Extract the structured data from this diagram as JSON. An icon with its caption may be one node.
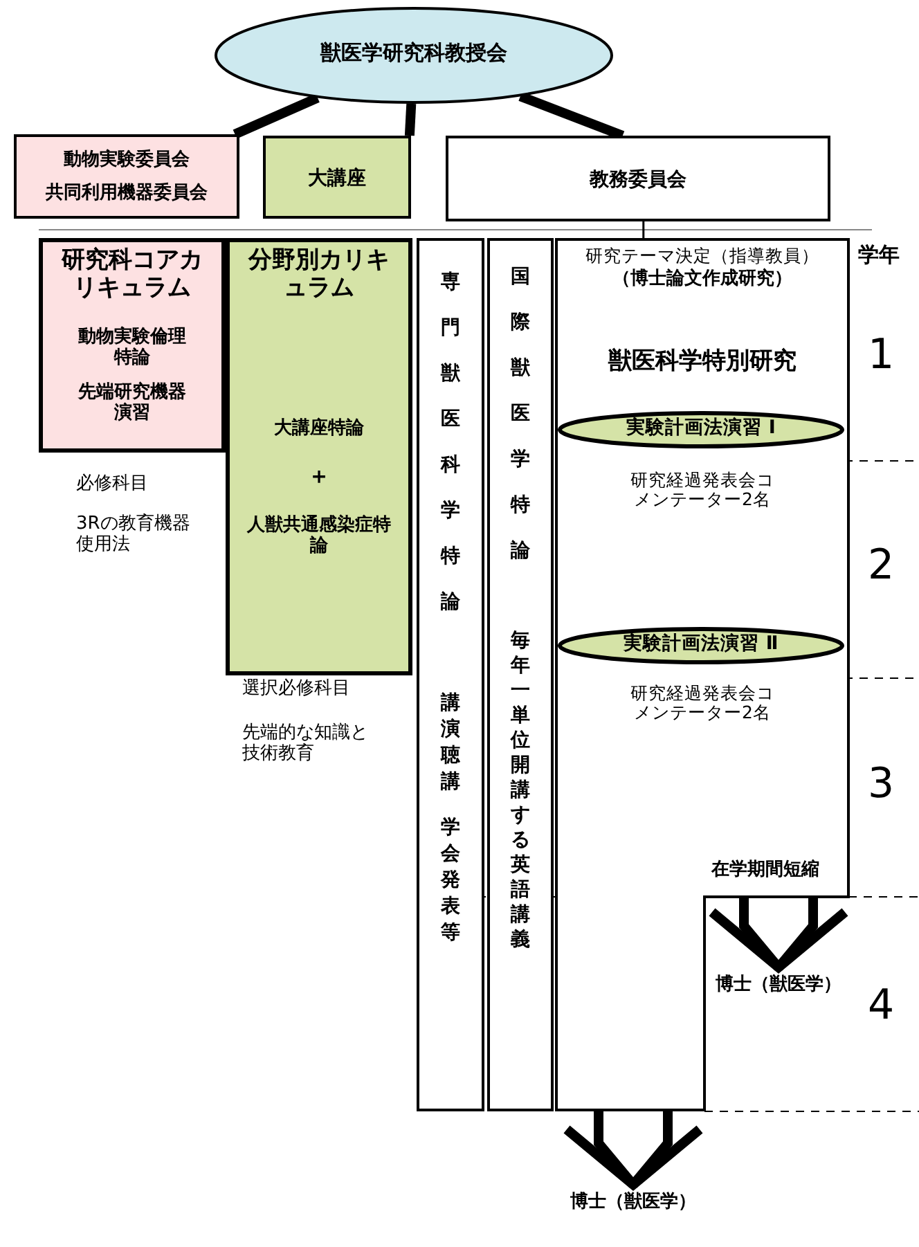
{
  "diagram": {
    "nodes": [
      {
        "text": [
          "獣医学研究科教授会"
        ]
      },
      {
        "text": [
          "動物実験委員会",
          "共同利用機器委員会"
        ]
      },
      {
        "text": [
          "大講座"
        ]
      },
      {
        "text": [
          "教務委員会"
        ]
      },
      {
        "text": [
          "研究科コアカリキュラム",
          "動物実験倫理特論",
          "先端研究機器演習"
        ],
        "beside": [
          "必修科目",
          "3Rの教育機器使用法"
        ]
      },
      {
        "text": [
          "分野別カリキュラム",
          "大講座特論",
          "＋",
          "人獣共通感染症特論"
        ],
        "beside": [
          "選択必修科目",
          "先端的な知識と技術教育"
        ]
      },
      {
        "text": [
          "専門獣医科学特論",
          "講演聴講",
          "学会発表等"
        ]
      },
      {
        "text": [
          "国際獣医学特論",
          "毎年一単位開講する英語講義"
        ]
      },
      {
        "text": [
          "研究テーマ決定（指導教員）",
          "（博士論文作成研究）",
          "獣医科学特別研究",
          "研究経過発表会コメンテーター2名",
          "研究経過発表会コメンテーター2名",
          "在学期間短縮"
        ]
      },
      {
        "text": [
          "実験計画法演習 Ⅰ"
        ],
        "in": 8
      },
      {
        "text": [
          "実験計画法演習 Ⅱ"
        ],
        "in": 8
      },
      {
        "text": [
          "博士（獣医学）"
        ]
      },
      {
        "text": [
          "博士（獣医学）"
        ]
      }
    ],
    "edges": [
      {
        "from": 0,
        "to": 1,
        "arrow": "none"
      },
      {
        "from": 0,
        "to": 2,
        "arrow": "none"
      },
      {
        "from": 0,
        "to": 3,
        "arrow": "none"
      },
      {
        "from": 3,
        "to": 8,
        "arrow": "none"
      },
      {
        "from": 8,
        "to": 11,
        "arrow": "to"
      },
      {
        "from": 8,
        "to": 12,
        "arrow": "to"
      }
    ],
    "labels": [
      "学年",
      "1",
      "2",
      "3",
      "4"
    ]
  }
}
